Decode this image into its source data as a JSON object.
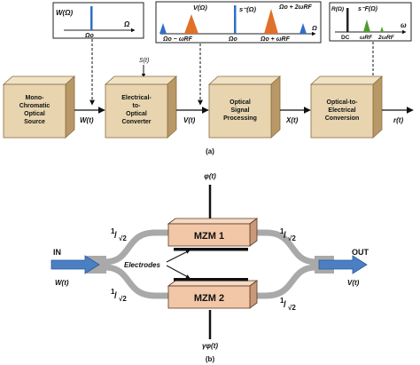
{
  "part_a": {
    "caption": "(a)",
    "blocks": [
      {
        "lines": [
          "Mono-",
          "Chromatic",
          "Optical",
          "Source"
        ]
      },
      {
        "lines": [
          "Electrical-",
          "to-",
          "Optical",
          "Converter"
        ]
      },
      {
        "lines": [
          "Optical",
          "Signal",
          "Processing"
        ]
      },
      {
        "lines": [
          "Optical-to-",
          "Electrical",
          "Conversion"
        ]
      }
    ],
    "signals": {
      "w": "W(t)",
      "s": "S(t)",
      "v": "V(t)",
      "x": "X(t)",
      "r": "r(t)"
    },
    "spectrum1": {
      "ylabel": "W(Ω)",
      "axis": "Ω",
      "tick": "Ωo"
    },
    "spectrum2": {
      "ylabel": "V(Ω)",
      "ylabel2": "s⁻(Ω)",
      "axis": "Ω",
      "tick_left": "Ωo − ωRF",
      "tick_center": "Ωo",
      "tick_right": "Ωo + ωRF",
      "tick_top": "Ωo + 2ωRF"
    },
    "spectrum3": {
      "ylabel": "R(Ω)",
      "ylabel2": "s⁻F(Ω)",
      "axis": "ω",
      "tick_dc": "DC",
      "tick_rf": "ωRF",
      "tick_2rf": "2ωRF"
    }
  },
  "part_b": {
    "caption": "(b)",
    "mzm1": "MZM 1",
    "mzm2": "MZM 2",
    "phi_top": "φ(t)",
    "phi_bottom": "γφ(t)",
    "electrodes": "Electrodes",
    "in_label": "IN",
    "out_label": "OUT",
    "w": "W(t)",
    "v": "V(t)",
    "coef_num": "1",
    "coef_den": "√2"
  },
  "colors": {
    "box_front": "#e8d5b0",
    "box_top": "#efe2c6",
    "box_side": "#b89866",
    "mzm_fill": "#f2c7a8",
    "arrow_blue": "#4a7fc4",
    "waveguide": "#a9a9a9",
    "spec_blue": "#2f6fc9",
    "spec_orange": "#e0702a",
    "spec_green": "#4d9b2e"
  }
}
